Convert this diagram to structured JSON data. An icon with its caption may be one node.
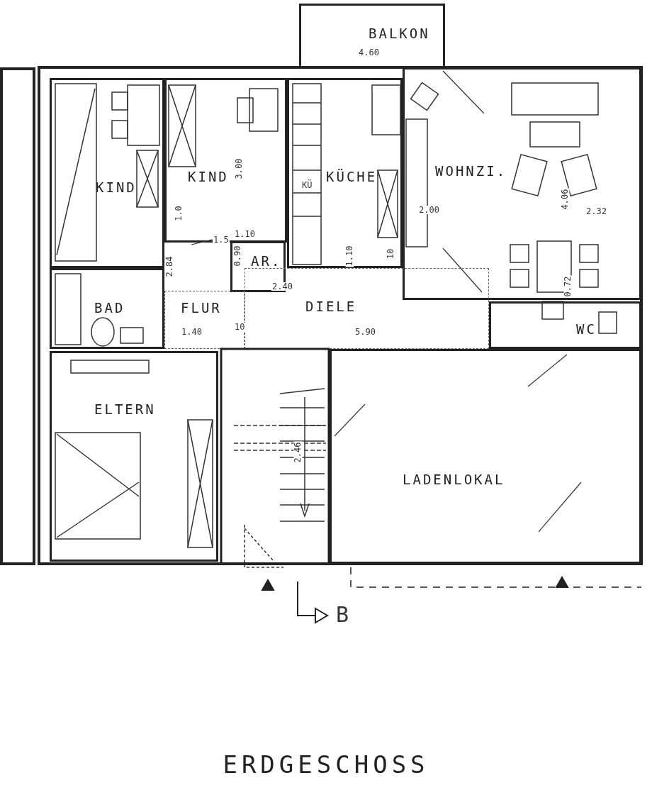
{
  "diagram": {
    "title": "ERDGESCHOSS",
    "nodes": [
      {
        "text": [
          "BALKON"
        ]
      },
      {
        "text": [
          "KIND"
        ]
      },
      {
        "text": [
          "KIND"
        ]
      },
      {
        "text": [
          "KÜCHE"
        ]
      },
      {
        "text": [
          "WOHNZI."
        ]
      },
      {
        "text": [
          "AR."
        ]
      },
      {
        "text": [
          "BAD"
        ]
      },
      {
        "text": [
          "FLUR"
        ]
      },
      {
        "text": [
          "DIELE"
        ]
      },
      {
        "text": [
          "WC"
        ]
      },
      {
        "text": [
          "ELTERN"
        ]
      },
      {
        "text": [
          "LADENLOKAL"
        ]
      }
    ],
    "labels": [
      "4.60",
      "3.00",
      "1.0",
      "1.5",
      "1.10",
      "0.90",
      "2.84",
      "2.40",
      "1.10",
      "10",
      "2.00",
      "4.06",
      "2.32",
      "0.72",
      "KÜ",
      "1.40",
      "10",
      "5.90",
      "2.46",
      "B"
    ]
  }
}
